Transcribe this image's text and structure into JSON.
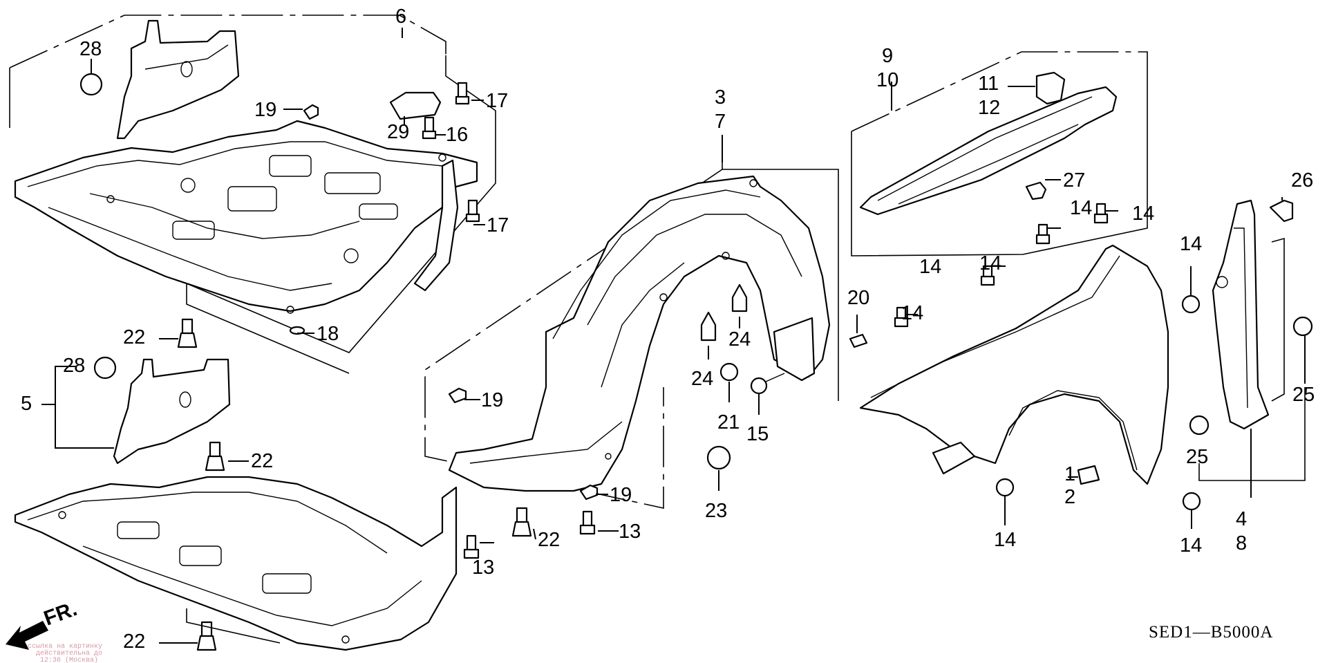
{
  "diagram": {
    "type": "exploded-parts-diagram",
    "subject": "Front fender, inner fender and engine undercover",
    "diagram_code": "SED1—B5000A",
    "direction_marker": "FR.",
    "watermark_lines": [
      "ссылка на картинку",
      "действительна до",
      "12:36 (Москва)"
    ],
    "callouts": [
      {
        "id": "c1",
        "text": "1"
      },
      {
        "id": "c2",
        "text": "2"
      },
      {
        "id": "c3",
        "text": "3"
      },
      {
        "id": "c4",
        "text": "4"
      },
      {
        "id": "c5",
        "text": "5"
      },
      {
        "id": "c6",
        "text": "6"
      },
      {
        "id": "c7",
        "text": "7"
      },
      {
        "id": "c8",
        "text": "8"
      },
      {
        "id": "c9",
        "text": "9"
      },
      {
        "id": "c10",
        "text": "10"
      },
      {
        "id": "c11",
        "text": "11"
      },
      {
        "id": "c12",
        "text": "12"
      },
      {
        "id": "c13a",
        "text": "13"
      },
      {
        "id": "c13b",
        "text": "13"
      },
      {
        "id": "c14a",
        "text": "14"
      },
      {
        "id": "c14b",
        "text": "14"
      },
      {
        "id": "c14c",
        "text": "14"
      },
      {
        "id": "c14d",
        "text": "14"
      },
      {
        "id": "c14e",
        "text": "14"
      },
      {
        "id": "c14f",
        "text": "14"
      },
      {
        "id": "c14g",
        "text": "14"
      },
      {
        "id": "c14h",
        "text": "14"
      },
      {
        "id": "c15",
        "text": "15"
      },
      {
        "id": "c16",
        "text": "16"
      },
      {
        "id": "c17a",
        "text": "17"
      },
      {
        "id": "c17b",
        "text": "17"
      },
      {
        "id": "c18",
        "text": "18"
      },
      {
        "id": "c19a",
        "text": "19"
      },
      {
        "id": "c19b",
        "text": "19"
      },
      {
        "id": "c19c",
        "text": "19"
      },
      {
        "id": "c20",
        "text": "20"
      },
      {
        "id": "c21",
        "text": "21"
      },
      {
        "id": "c22a",
        "text": "22"
      },
      {
        "id": "c22b",
        "text": "22"
      },
      {
        "id": "c22c",
        "text": "22"
      },
      {
        "id": "c22d",
        "text": "22"
      },
      {
        "id": "c23",
        "text": "23"
      },
      {
        "id": "c24a",
        "text": "24"
      },
      {
        "id": "c24b",
        "text": "24"
      },
      {
        "id": "c25a",
        "text": "25"
      },
      {
        "id": "c25b",
        "text": "25"
      },
      {
        "id": "c26",
        "text": "26"
      },
      {
        "id": "c27",
        "text": "27"
      },
      {
        "id": "c28a",
        "text": "28"
      },
      {
        "id": "c28b",
        "text": "28"
      },
      {
        "id": "c29",
        "text": "29"
      }
    ],
    "parts_drawn": [
      "engine-undercover-assembly",
      "engine-undercover",
      "undercover-side-bracket",
      "inner-fender",
      "fender-panel",
      "fender-rail",
      "fender-side-brace",
      "bolts",
      "clips",
      "grommets",
      "nuts"
    ]
  }
}
